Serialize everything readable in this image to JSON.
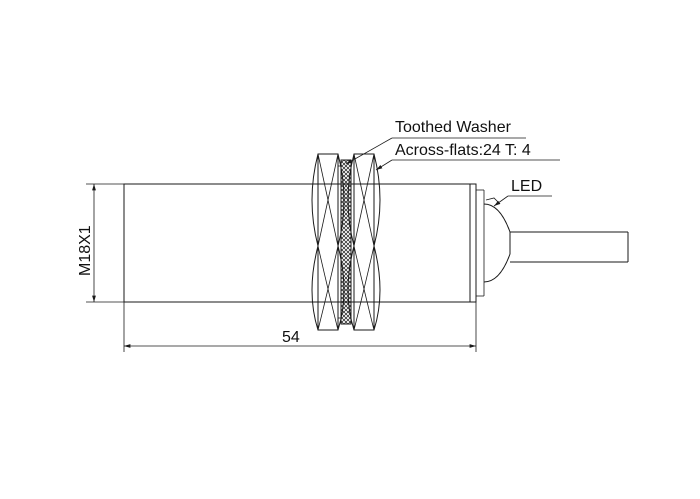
{
  "labels": {
    "washer": "Toothed Washer",
    "flats": "Across-flats:24  T: 4",
    "led": "LED"
  },
  "dimensions": {
    "thread": "M18X1",
    "length": "54"
  },
  "colors": {
    "line": "#1a1a1a",
    "background": "#ffffff"
  }
}
